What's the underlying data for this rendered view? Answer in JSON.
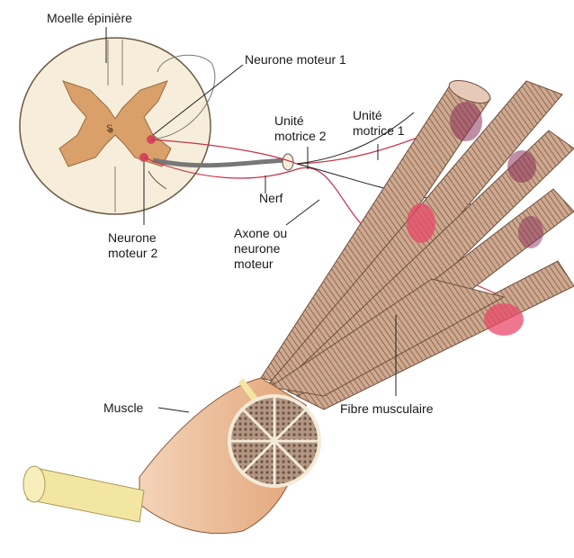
{
  "labels": {
    "moelle": "Moelle épinière",
    "neurone1": "Neurone moteur 1",
    "neurone2_line1": "Neurone",
    "neurone2_line2": "moteur 2",
    "unite2_line1": "Unité",
    "unite2_line2": "motrice 2",
    "unite1_line1": "Unité",
    "unite1_line2": "motrice 1",
    "nerf": "Nerf",
    "axone_line1": "Axone ou",
    "axone_line2": "neurone",
    "axone_line3": "moteur",
    "muscle": "Muscle",
    "fibre": "Fibre musculaire",
    "spinal_center_letter": "S"
  },
  "colors": {
    "spinal_white_matter": "#f6eedb",
    "spinal_grey_matter": "#d9a06a",
    "neuron_cell": "#d4475c",
    "axon_red": "#c8324a",
    "fiber_body": "#c9a48b",
    "fiber_stripe": "#7a5a48",
    "endplate_pink": "#e84a6a",
    "endplate_purple": "#8a2f5a",
    "muscle_body": "#e8b28c",
    "tendon": "#f3e6a2",
    "leader_line": "#222222"
  }
}
